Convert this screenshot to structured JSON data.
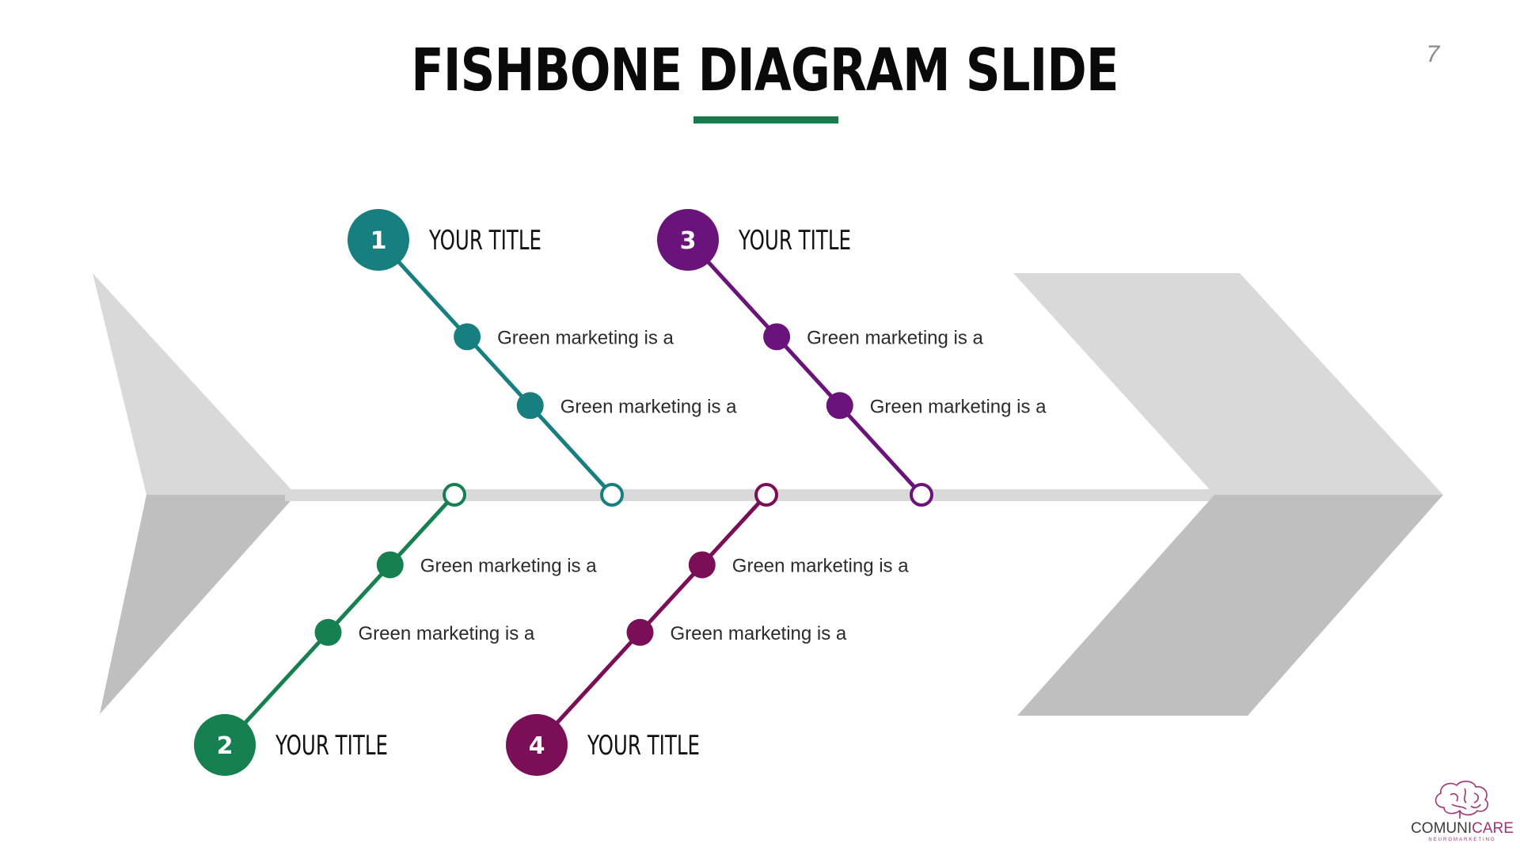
{
  "slide": {
    "title": "FISHBONE DIAGRAM SLIDE",
    "page_number": "7",
    "accent_color": "#1a7a4e"
  },
  "branches": [
    {
      "number": "1",
      "title": "YOUR TITLE",
      "color": "#177f80",
      "position": "top",
      "items": [
        "Green marketing is a",
        "Green marketing is a"
      ]
    },
    {
      "number": "2",
      "title": "YOUR TITLE",
      "color": "#178050",
      "position": "bottom",
      "items": [
        "Green marketing is a",
        "Green marketing is a"
      ]
    },
    {
      "number": "3",
      "title": "YOUR TITLE",
      "color": "#6a137a",
      "position": "top",
      "items": [
        "Green marketing is a",
        "Green marketing is a"
      ]
    },
    {
      "number": "4",
      "title": "YOUR TITLE",
      "color": "#7a0f57",
      "position": "bottom",
      "items": [
        "Green marketing is a",
        "Green marketing is a"
      ]
    }
  ],
  "shapes": {
    "spine_color": "#d9d9d9",
    "head_top_color": "#d9d9d9",
    "head_bottom_color": "#bfbfbf",
    "tail_top_color": "#d9d9d9",
    "tail_bottom_color": "#bfbfbf"
  },
  "logo": {
    "word_part1": "COMUNI",
    "word_part2": "CARE",
    "tagline": "NEUROMARKETING",
    "icon": "brain-icon",
    "primary_color": "#a0337a"
  }
}
